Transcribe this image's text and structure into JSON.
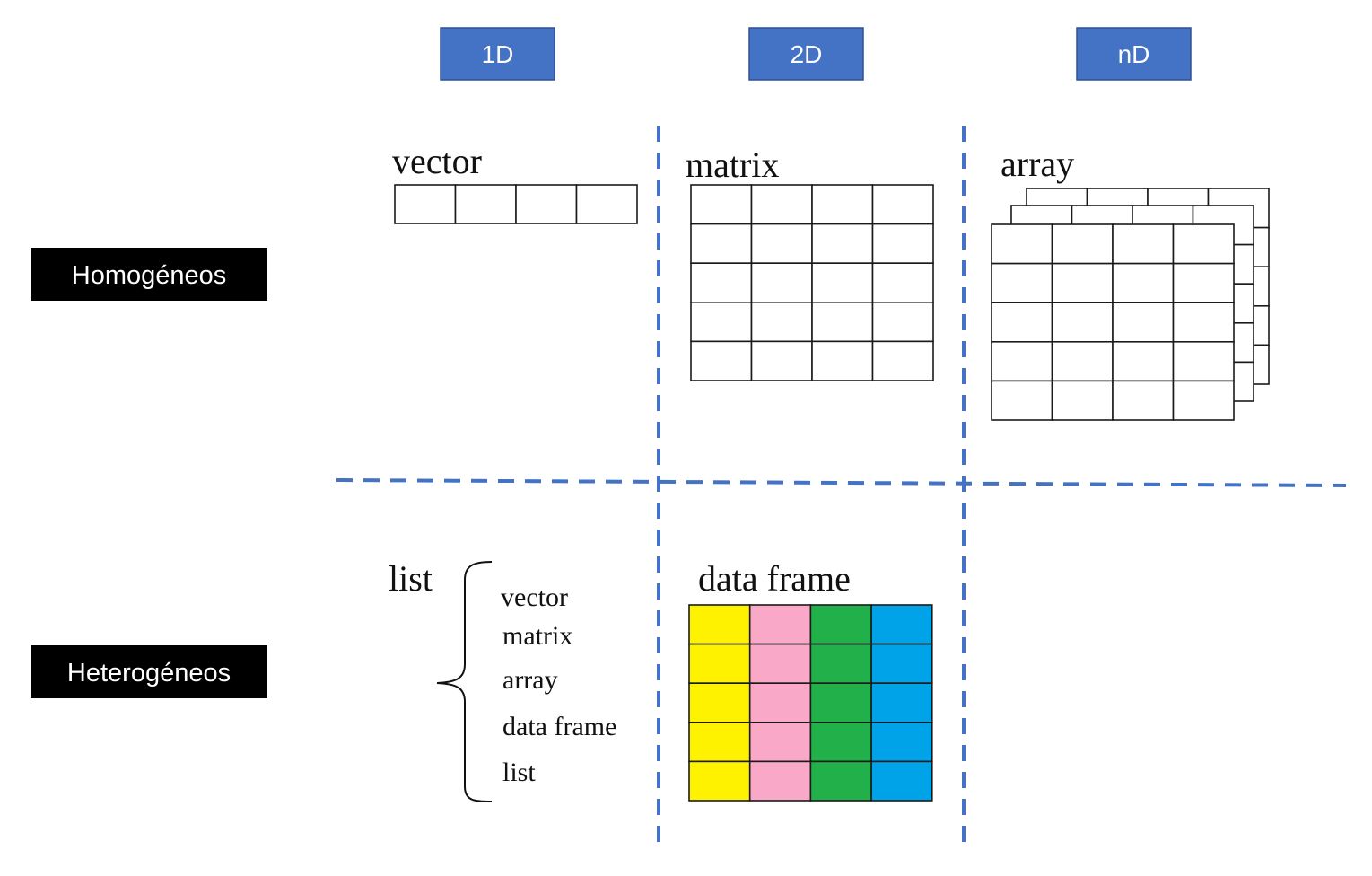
{
  "column_headers": [
    "1D",
    "2D",
    "nD"
  ],
  "row_headers": [
    "Homogéneos",
    "Heterogéneos"
  ],
  "structures": {
    "vector": "vector",
    "matrix": "matrix",
    "array": "array",
    "list": "list",
    "data_frame": "data frame"
  },
  "list_contents": [
    "vector",
    "matrix",
    "array",
    "data frame",
    "list"
  ],
  "colors": {
    "header_fill": "#4472C4",
    "divider": "#4472C4",
    "row_label_fill": "#000000",
    "df_column_colors": [
      "#FFF200",
      "#F9A8C7",
      "#22B04B",
      "#00A2E8"
    ]
  }
}
